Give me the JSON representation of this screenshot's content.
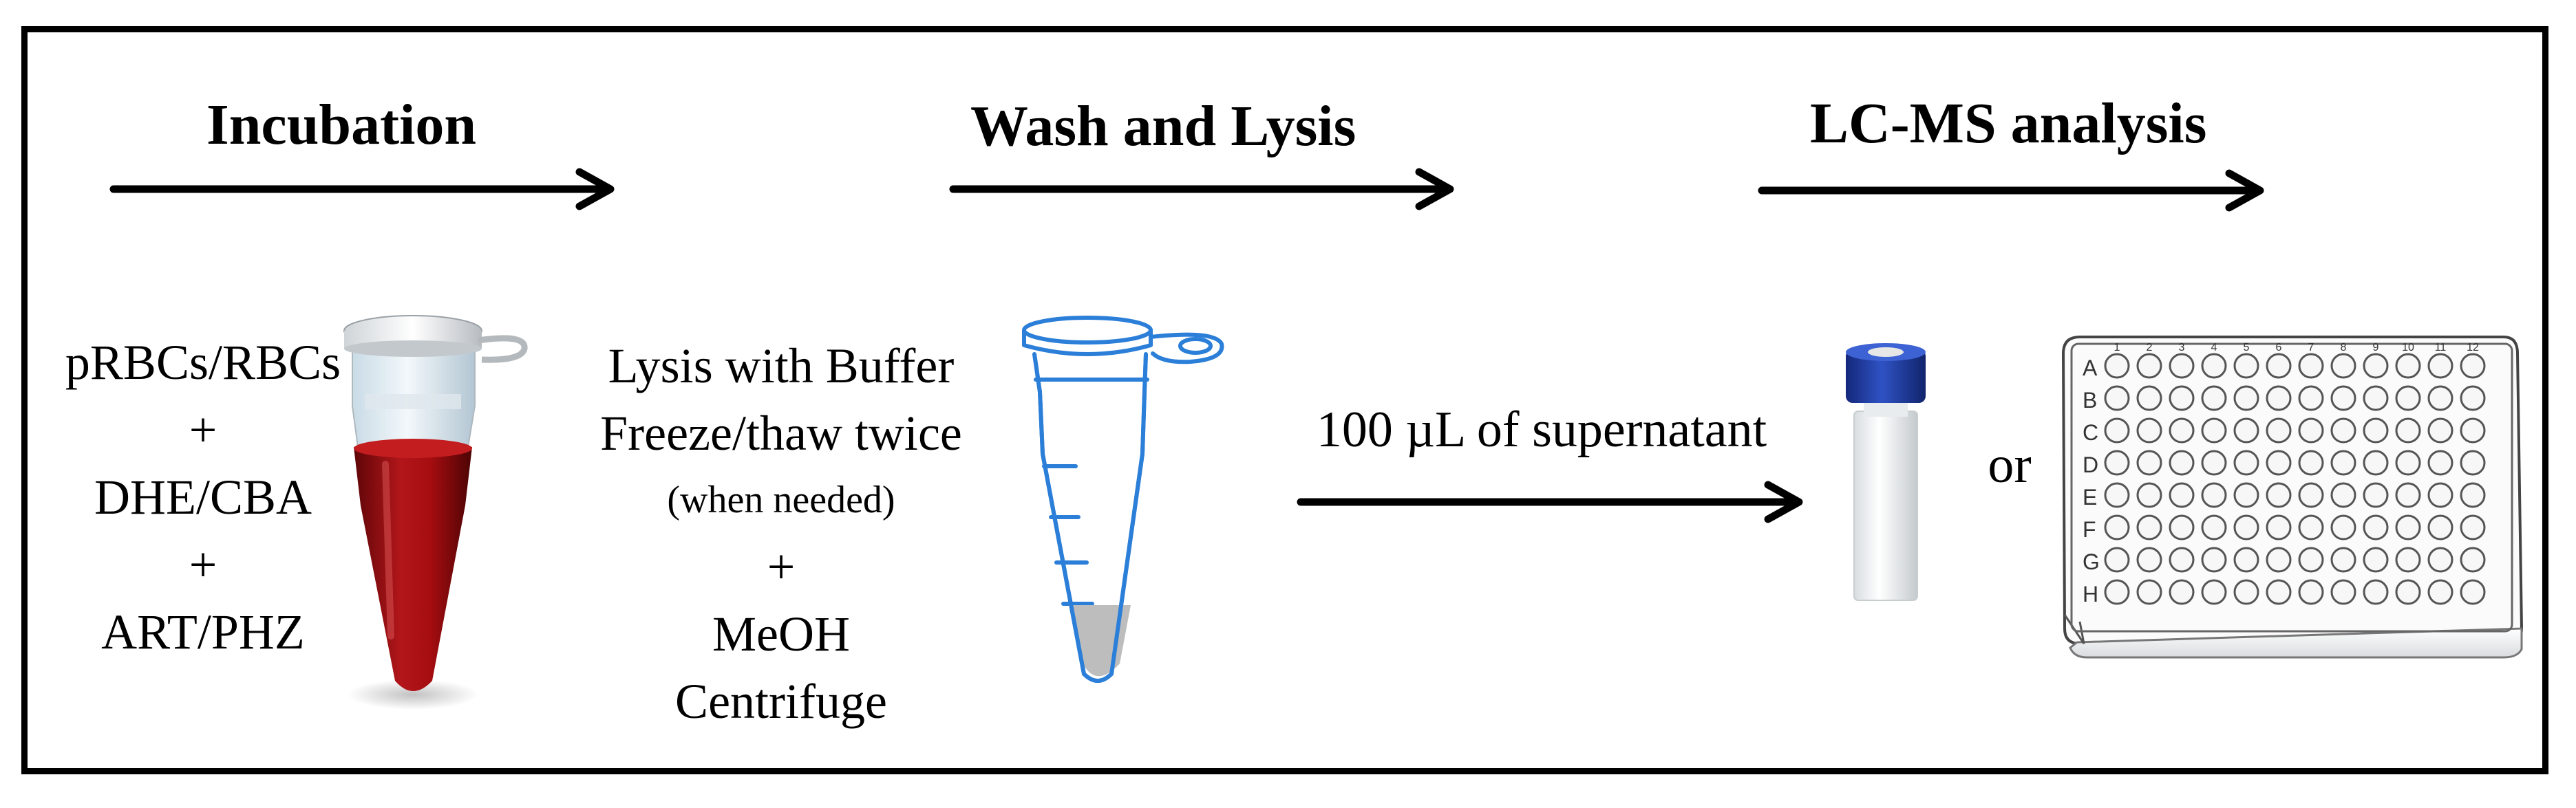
{
  "steps": [
    {
      "title": "Incubation"
    },
    {
      "title": "Wash and Lysis"
    },
    {
      "title": "LC-MS analysis"
    }
  ],
  "incubation_mix": [
    "pRBCs/RBCs",
    "+",
    "DHE/CBA",
    "+",
    "ART/PHZ"
  ],
  "lysis_steps": [
    "Lysis with Buffer",
    "Freeze/thaw twice",
    "(when needed)",
    "+",
    "MeOH",
    "Centrifuge"
  ],
  "transfer_label": "100 µL of supernatant",
  "alternative_word": "or",
  "plate": {
    "row_labels": [
      "A",
      "B",
      "C",
      "D",
      "E",
      "F",
      "G",
      "H"
    ],
    "column_labels": [
      "1",
      "2",
      "3",
      "4",
      "5",
      "6",
      "7",
      "8",
      "9",
      "10",
      "11",
      "12"
    ]
  },
  "icons": [
    "blood-sample-tube-icon",
    "microcentrifuge-tube-icon",
    "lc-ms-vial-icon",
    "96-well-plate-icon"
  ],
  "colors": {
    "blood": "#a50d10",
    "tube_outline": "#2b7fd8",
    "pellet": "#bdbdbd",
    "vial_cap": "#1f3fa8"
  }
}
